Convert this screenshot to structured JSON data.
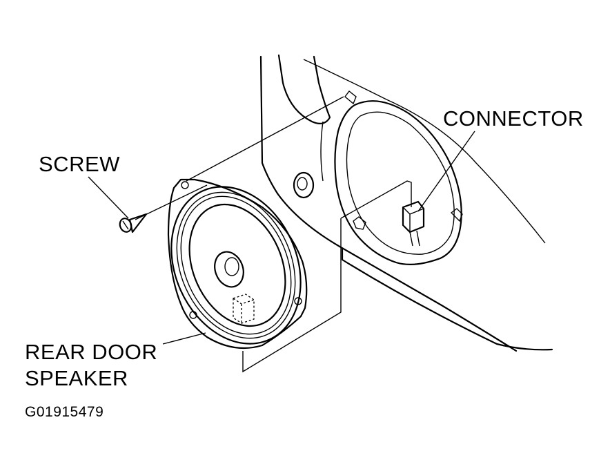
{
  "labels": {
    "connector": "CONNECTOR",
    "screw": "SCREW",
    "speaker_line1": "REAR DOOR",
    "speaker_line2": "SPEAKER",
    "figure_id": "G01915479"
  }
}
